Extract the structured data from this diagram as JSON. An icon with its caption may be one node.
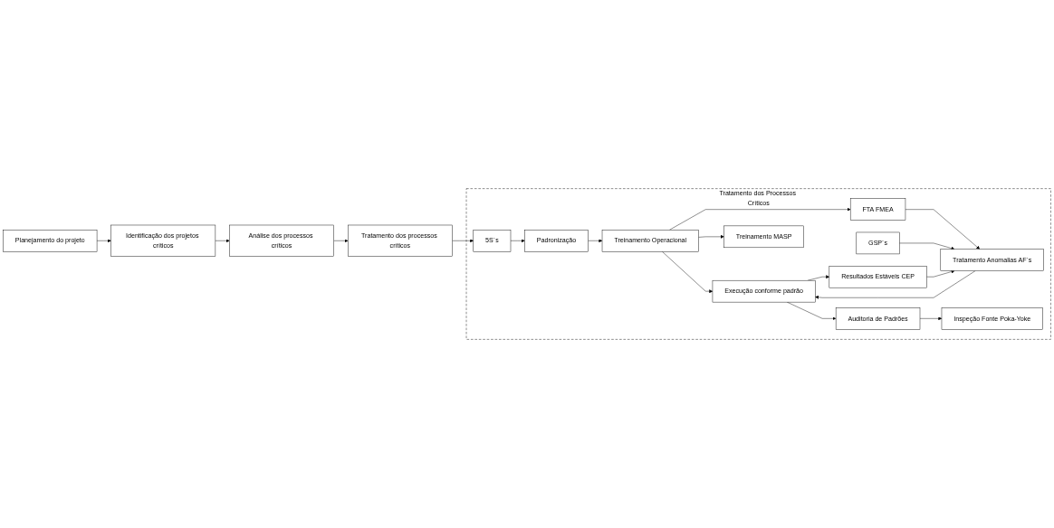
{
  "diagram": {
    "nodes": [
      {
        "text": [
          "Planejamento do projeto"
        ]
      },
      {
        "text": [
          "Identificação dos projetos críticos"
        ]
      },
      {
        "text": [
          "Análise dos processos críticos"
        ]
      },
      {
        "text": [
          "Tratamento dos processos críticos"
        ]
      },
      {
        "text": [
          "Tratamento dos Processos Críticos"
        ]
      },
      {
        "text": [
          "GSP´s"
        ],
        "in": 4
      },
      {
        "text": [
          "FTA FMEA"
        ],
        "in": 4
      },
      {
        "text": [
          "Tratamento Anomalias AF´s"
        ],
        "in": 4
      },
      {
        "text": [
          "5S´s"
        ],
        "in": 4
      },
      {
        "text": [
          "Padronização"
        ],
        "in": 4
      },
      {
        "text": [
          "Treinamento Operacional"
        ],
        "in": 4
      },
      {
        "text": [
          "Execução conforme padrão"
        ],
        "in": 4
      },
      {
        "text": [
          "Resultados Estáveis CEP"
        ],
        "in": 4
      },
      {
        "text": [
          "Treinamento MASP"
        ],
        "in": 4
      },
      {
        "text": [
          "Auditoria de Padrões"
        ],
        "in": 4
      },
      {
        "text": [
          "Inspeção Fonte Poka-Yoke"
        ],
        "in": 4
      }
    ],
    "edges": [
      {
        "from": 0,
        "to": 1,
        "arrow": "to"
      },
      {
        "from": 1,
        "to": 2,
        "arrow": "to"
      },
      {
        "from": 2,
        "to": 3,
        "arrow": "to"
      },
      {
        "from": 3,
        "to": 8,
        "arrow": "to"
      },
      {
        "from": 8,
        "to": 9,
        "arrow": "to"
      },
      {
        "from": 9,
        "to": 10,
        "arrow": "to"
      },
      {
        "from": 10,
        "to": 11,
        "arrow": "to"
      },
      {
        "from": 10,
        "to": 6,
        "arrow": "to"
      },
      {
        "from": 10,
        "to": 13,
        "arrow": "to"
      },
      {
        "from": 6,
        "to": 7,
        "arrow": "to"
      },
      {
        "from": 5,
        "to": 7,
        "arrow": "to"
      },
      {
        "from": 7,
        "to": 11,
        "arrow": "to"
      },
      {
        "from": 11,
        "to": 12,
        "arrow": "to"
      },
      {
        "from": 12,
        "to": 7,
        "arrow": "to"
      },
      {
        "from": 11,
        "to": 14,
        "arrow": "to"
      },
      {
        "from": 14,
        "to": 15,
        "arrow": "to"
      }
    ]
  }
}
